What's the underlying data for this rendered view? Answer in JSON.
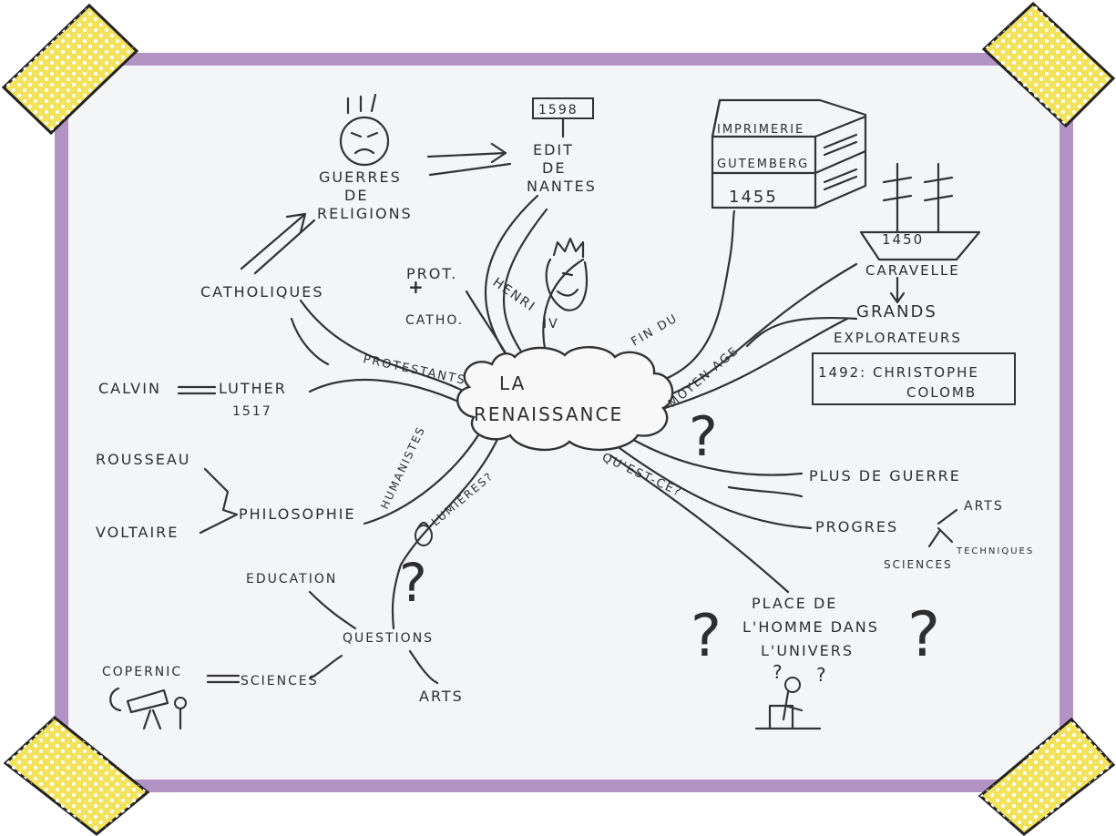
{
  "colors": {
    "frame": "#b392c4",
    "paper": "#f4f5f7",
    "tape": "#f2e25c",
    "tape_dots": "#ffffff",
    "ink": "#333333"
  },
  "center": {
    "line1": "LA",
    "line2": "RENAISSANCE"
  },
  "branches": {
    "henri": "HENRI",
    "henri_roman": "IV",
    "fin_du": "FIN DU",
    "moyen_age": "MOYEN-AGE",
    "protestants": "PROTESTANTS",
    "humanistes": "HUMANISTES",
    "lumieres": "LUMIERES?",
    "quest_ce": "QU'EST-CE?"
  },
  "nodes": {
    "guerres": [
      "GUERRES",
      "DE",
      "RELIGIONS"
    ],
    "edit_year": "1598",
    "edit": [
      "EDIT",
      "DE",
      "NANTES"
    ],
    "catholiques": "CATHOLIQUES",
    "prot": "PROT.",
    "catho": "CATHO.",
    "calvin": "CALVIN",
    "luther": "LUTHER",
    "luther_year": "1517",
    "imprimerie": "IMPRIMERIE",
    "gutemberg": "GUTEMBERG",
    "imprimerie_year": "1455",
    "caravelle_year": "1450",
    "caravelle": "CARAVELLE",
    "grands": "GRANDS",
    "explorateurs": "EXPLORATEURS",
    "colomb": [
      "1492: CHRISTOPHE",
      "COLOMB"
    ],
    "rousseau": "ROUSSEAU",
    "voltaire": "VOLTAIRE",
    "philosophie": "PHILOSOPHIE",
    "education": "EDUCATION",
    "questions": "QUESTIONS",
    "copernic": "COPERNIC",
    "sciences": "SCIENCES",
    "arts_bottom": "ARTS",
    "plus_de_guerre": "PLUS DE GUERRE",
    "progres": "PROGRES",
    "arts_right": "ARTS",
    "techniques": "TECHNIQUES",
    "sciences_right": "SCIENCES",
    "place": [
      "PLACE DE",
      "L'HOMME DANS",
      "L'UNIVERS"
    ]
  }
}
